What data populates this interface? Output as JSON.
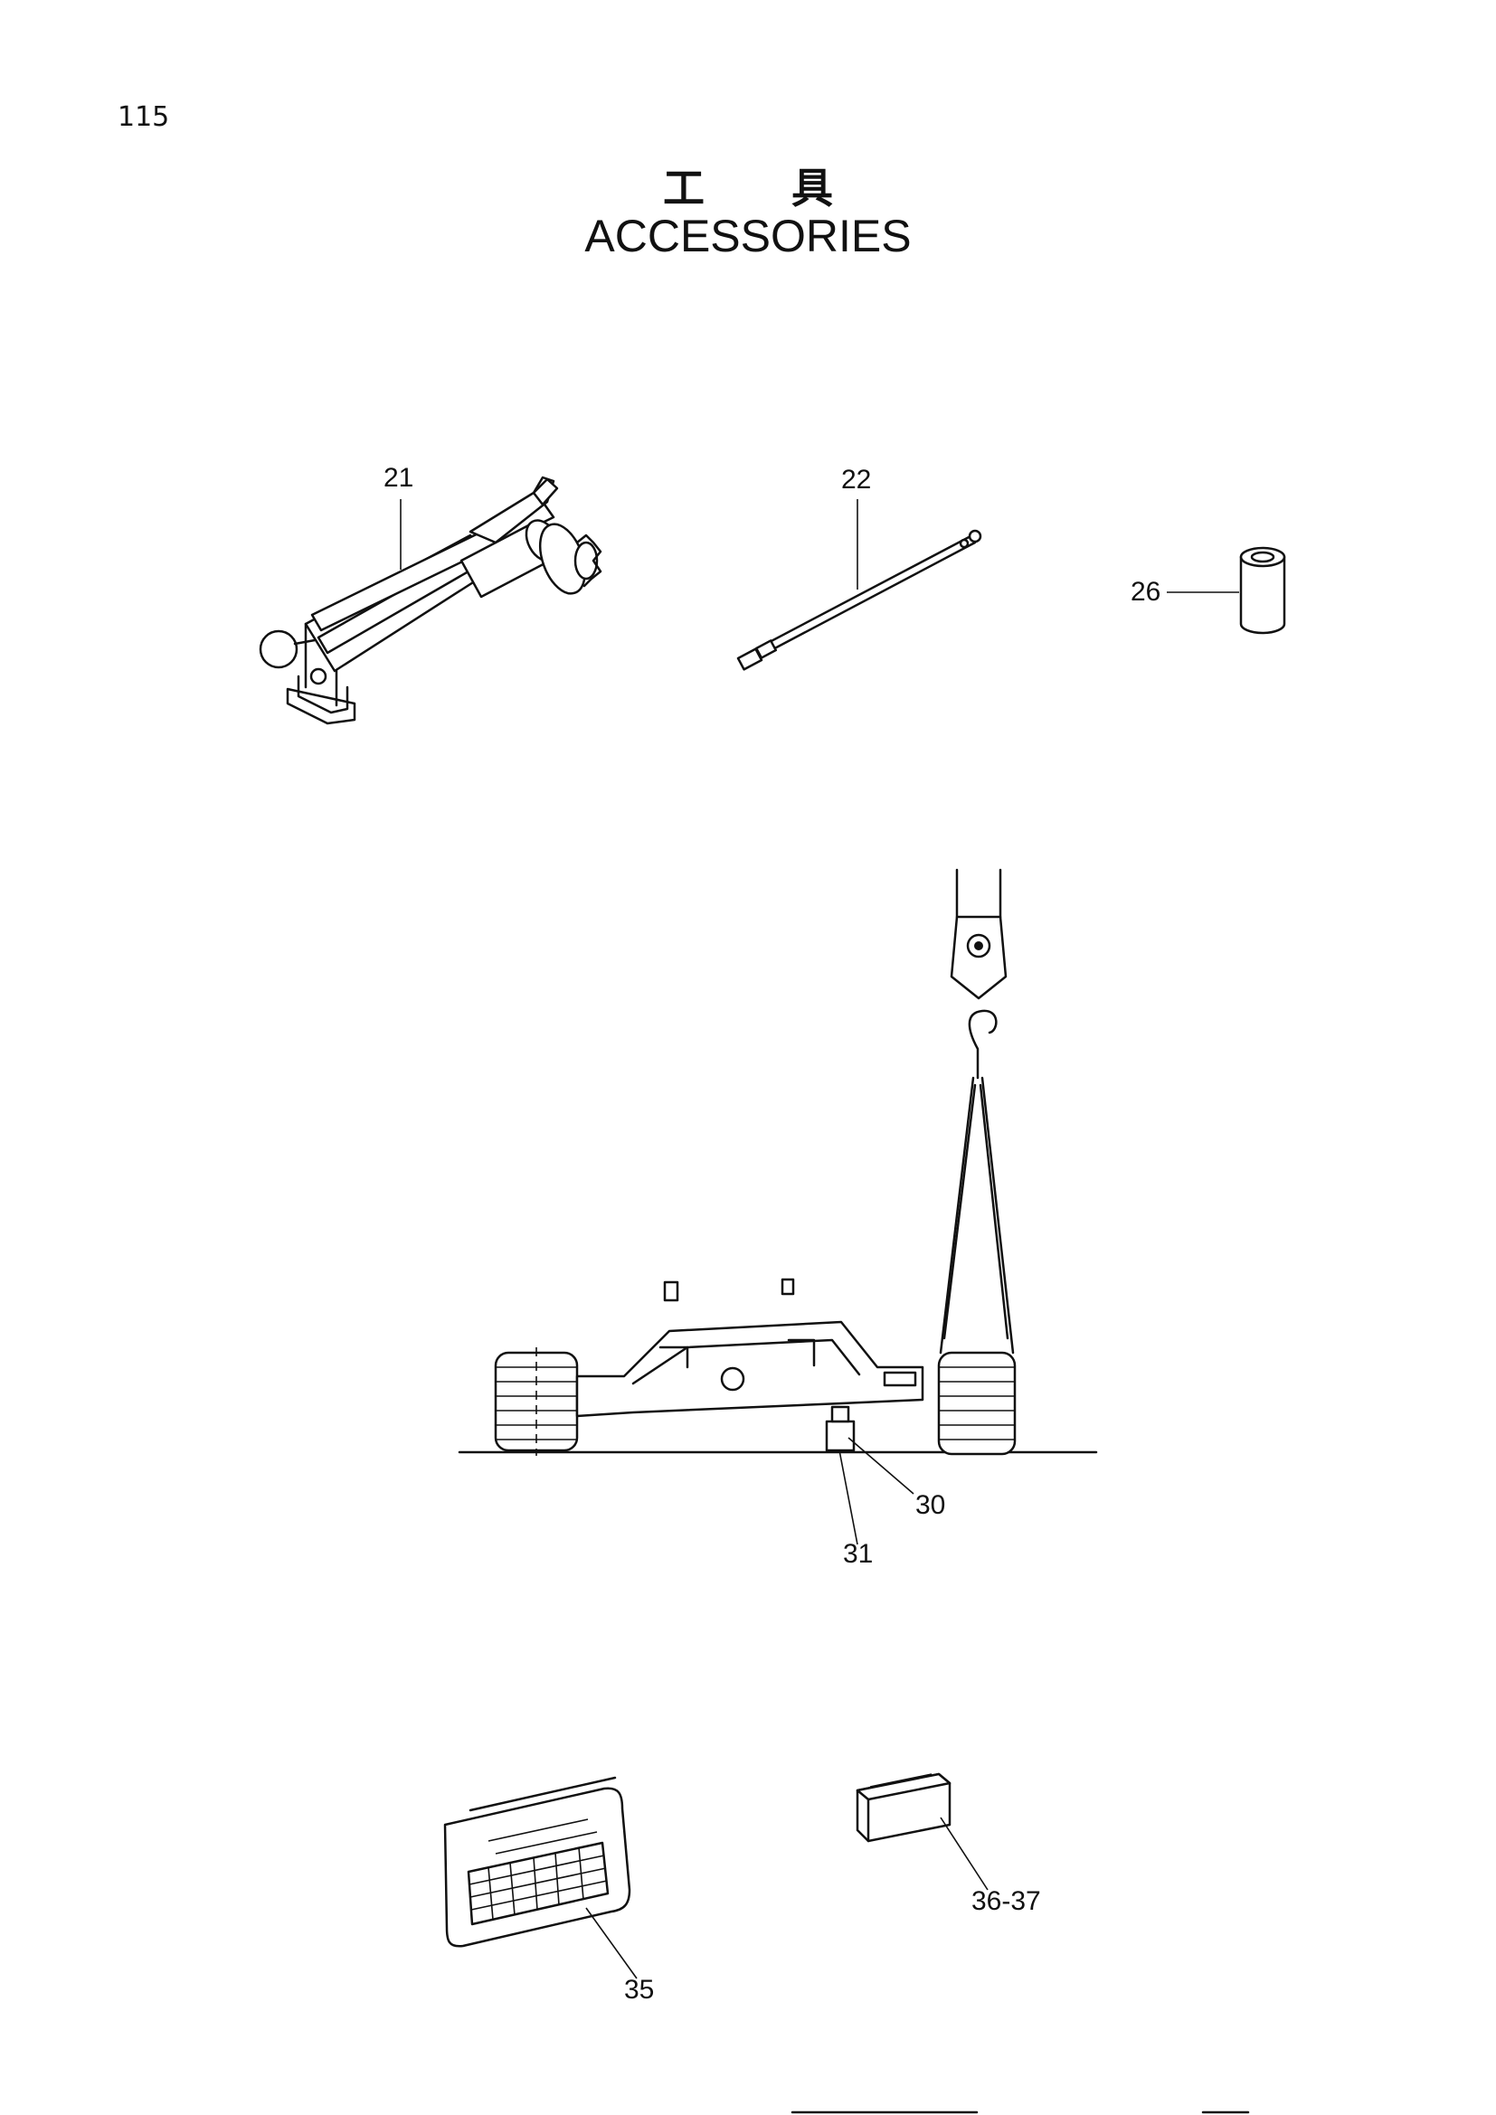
{
  "page": {
    "number": "115"
  },
  "title": {
    "japanese": "工 具",
    "english": "ACCESSORIES"
  },
  "callouts": [
    "21",
    "22",
    "26",
    "30",
    "31",
    "35",
    "36-37"
  ]
}
